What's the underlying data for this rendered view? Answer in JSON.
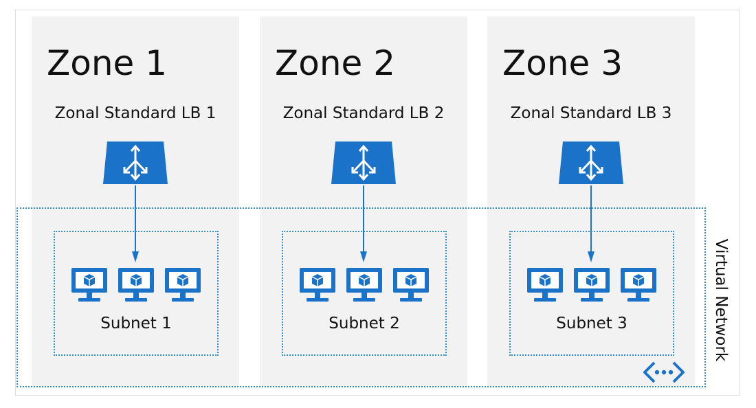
{
  "colors": {
    "accent": "#1a73c8",
    "dotted_border": "#2f8ad8",
    "zone_background": "#f2f2f2",
    "text": "#111111"
  },
  "zones": [
    {
      "title": "Zone 1",
      "lb_label": "Zonal Standard LB 1",
      "subnet_label": "Subnet 1"
    },
    {
      "title": "Zone 2",
      "lb_label": "Zonal Standard LB 2",
      "subnet_label": "Subnet 2"
    },
    {
      "title": "Zone 3",
      "lb_label": "Zonal Standard LB 3",
      "subnet_label": "Subnet 3"
    }
  ],
  "icons": {
    "load_balancer": "load-balancer-icon",
    "virtual_machine": "virtual-machine-icon",
    "virtual_network": "virtual-network-icon"
  },
  "virtual_network": {
    "label": "Virtual Network"
  }
}
